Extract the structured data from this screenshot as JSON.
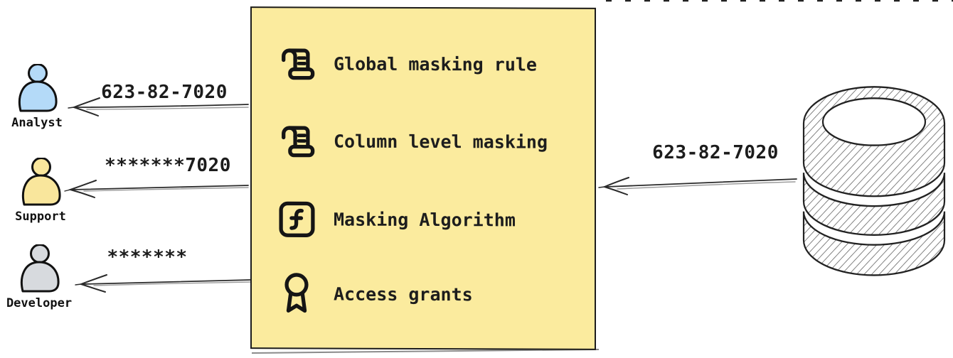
{
  "personas": [
    {
      "name": "Analyst",
      "masked_value": "623-82-7020",
      "color": "#b4daf8"
    },
    {
      "name": "Support",
      "masked_value": "*******7020",
      "color": "#f9e69c"
    },
    {
      "name": "Developer",
      "masked_value": "*******",
      "color": "#d7dade"
    }
  ],
  "masking_box": {
    "items": [
      {
        "icon": "scroll-icon",
        "label": "Global masking rule"
      },
      {
        "icon": "scroll-icon",
        "label": "Column level masking"
      },
      {
        "icon": "function-icon",
        "label": "Masking Algorithm"
      },
      {
        "icon": "award-icon",
        "label": "Access grants"
      }
    ],
    "background_color": "#fbeb9e",
    "border_color": "#1c1c1c"
  },
  "database": {
    "icon": "database-icon",
    "output_value": "623-82-7020"
  },
  "text_color": "#1c1c1c"
}
